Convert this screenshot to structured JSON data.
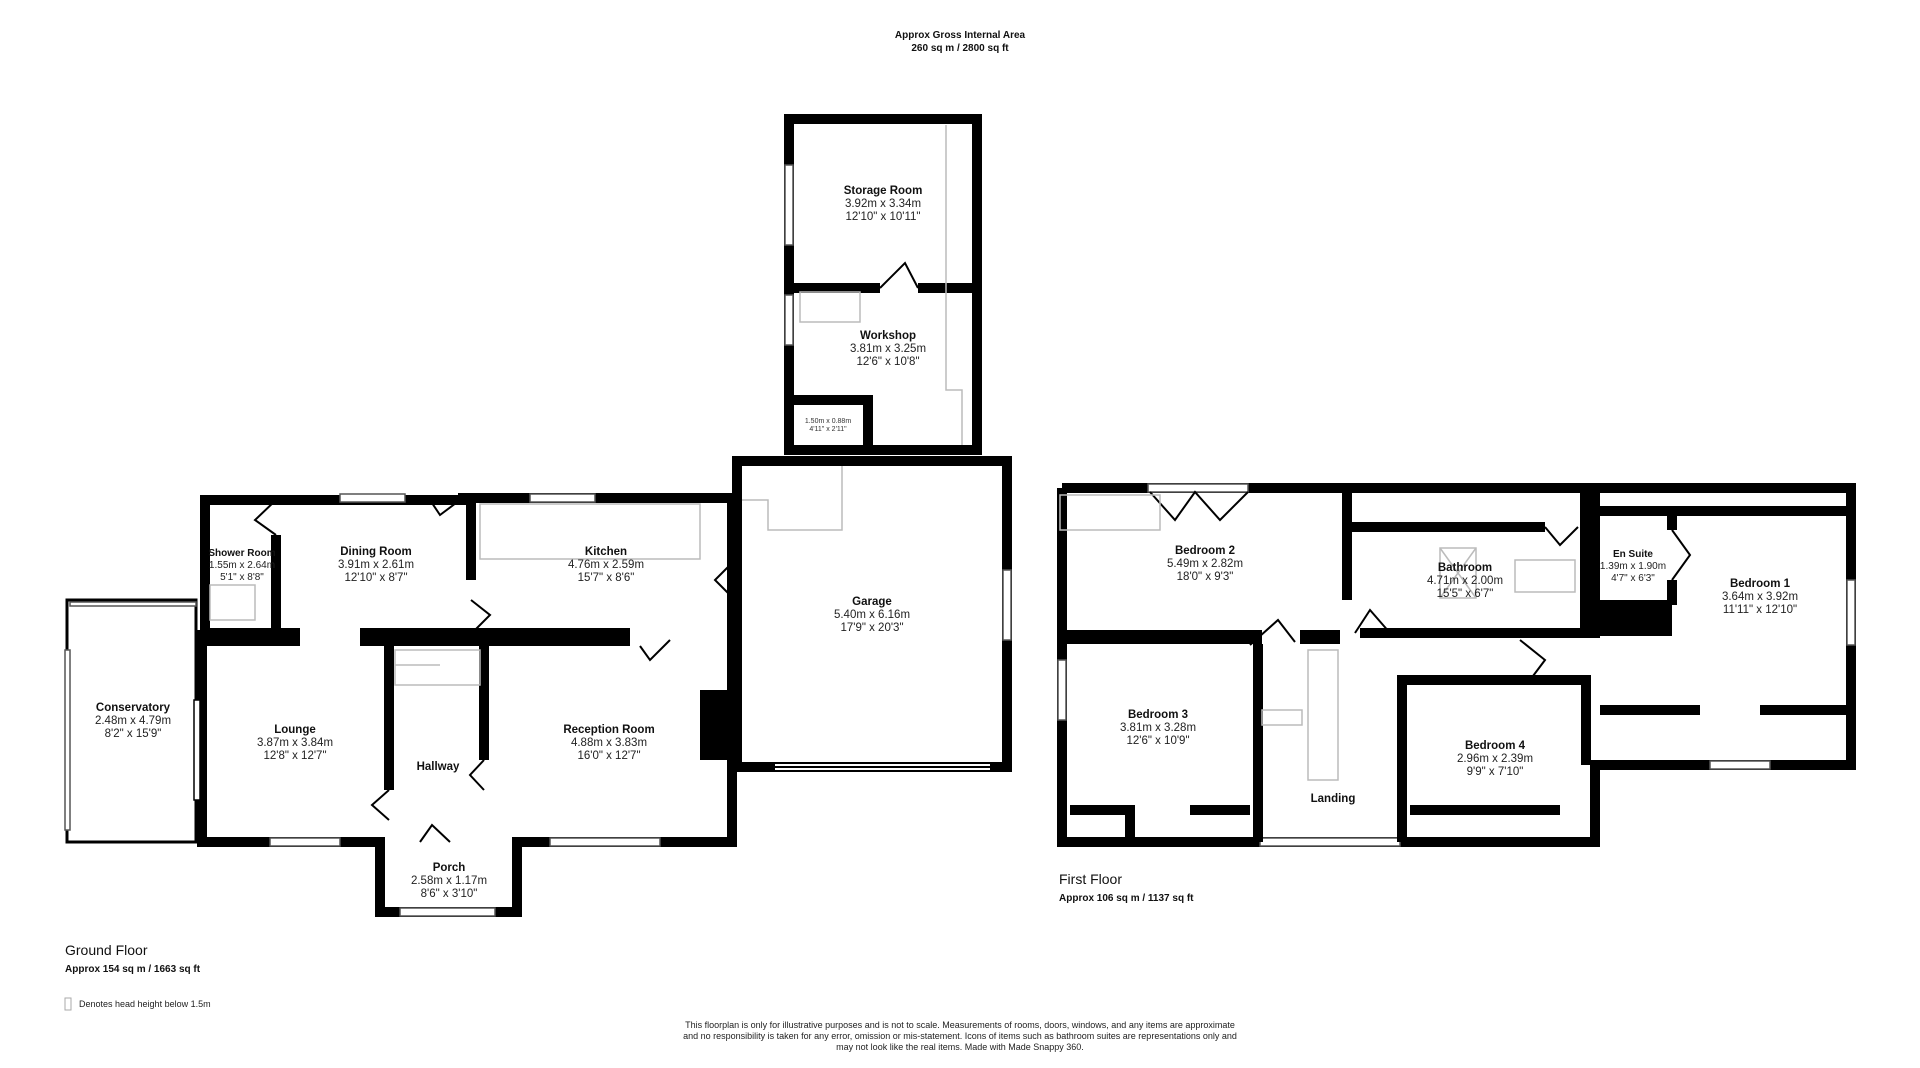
{
  "header": {
    "title": "Approx Gross Internal Area",
    "area": "260 sq m / 2800 sq ft"
  },
  "ground_floor": {
    "label": "Ground Floor",
    "area": "Approx 154 sq m / 1663 sq ft",
    "rooms": {
      "storage": {
        "name": "Storage Room",
        "metric": "3.92m x 3.34m",
        "imperial": "12'10\" x 10'11\""
      },
      "workshop": {
        "name": "Workshop",
        "metric": "3.81m x 3.25m",
        "imperial": "12'6\" x 10'8\""
      },
      "wc": {
        "name": "",
        "metric": "1.50m x 0.88m",
        "imperial": "4'11\" x 2'11\""
      },
      "shower": {
        "name": "Shower Room",
        "metric": "1.55m x 2.64m",
        "imperial": "5'1\" x 8'8\""
      },
      "dining": {
        "name": "Dining Room",
        "metric": "3.91m x 2.61m",
        "imperial": "12'10\" x 8'7\""
      },
      "kitchen": {
        "name": "Kitchen",
        "metric": "4.76m x 2.59m",
        "imperial": "15'7\" x 8'6\""
      },
      "garage": {
        "name": "Garage",
        "metric": "5.40m x 6.16m",
        "imperial": "17'9\" x 20'3\""
      },
      "conservatory": {
        "name": "Conservatory",
        "metric": "2.48m x 4.79m",
        "imperial": "8'2\" x 15'9\""
      },
      "lounge": {
        "name": "Lounge",
        "metric": "3.87m x 3.84m",
        "imperial": "12'8\" x 12'7\""
      },
      "hallway": {
        "name": "Hallway"
      },
      "reception": {
        "name": "Reception Room",
        "metric": "4.88m x 3.83m",
        "imperial": "16'0\" x 12'7\""
      },
      "porch": {
        "name": "Porch",
        "metric": "2.58m x 1.17m",
        "imperial": "8'6\" x 3'10\""
      }
    }
  },
  "first_floor": {
    "label": "First Floor",
    "area": "Approx 106 sq m / 1137 sq ft",
    "rooms": {
      "bedroom2": {
        "name": "Bedroom 2",
        "metric": "5.49m x 2.82m",
        "imperial": "18'0\" x 9'3\""
      },
      "bathroom": {
        "name": "Bathroom",
        "metric": "4.71m x 2.00m",
        "imperial": "15'5\" x 6'7\""
      },
      "ensuite": {
        "name": "En Suite",
        "metric": "1.39m x 1.90m",
        "imperial": "4'7\" x 6'3\""
      },
      "bedroom1": {
        "name": "Bedroom 1",
        "metric": "3.64m x 3.92m",
        "imperial": "11'11\" x 12'10\""
      },
      "bedroom3": {
        "name": "Bedroom 3",
        "metric": "3.81m x 3.28m",
        "imperial": "12'6\" x 10'9\""
      },
      "landing": {
        "name": "Landing"
      },
      "bedroom4": {
        "name": "Bedroom 4",
        "metric": "2.96m x 2.39m",
        "imperial": "9'9\" x 7'10\""
      }
    }
  },
  "legend": {
    "head_height_note": "Denotes head height below 1.5m"
  },
  "disclaimer": [
    "This floorplan is only for illustrative purposes and is not to scale. Measurements of rooms, doors, windows, and any items are approximate",
    "and no responsibility is taken for any error, omission or mis-statement. Icons of items such as bathroom suites are representations only and",
    "may not look like the real items. Made with Made Snappy 360."
  ]
}
